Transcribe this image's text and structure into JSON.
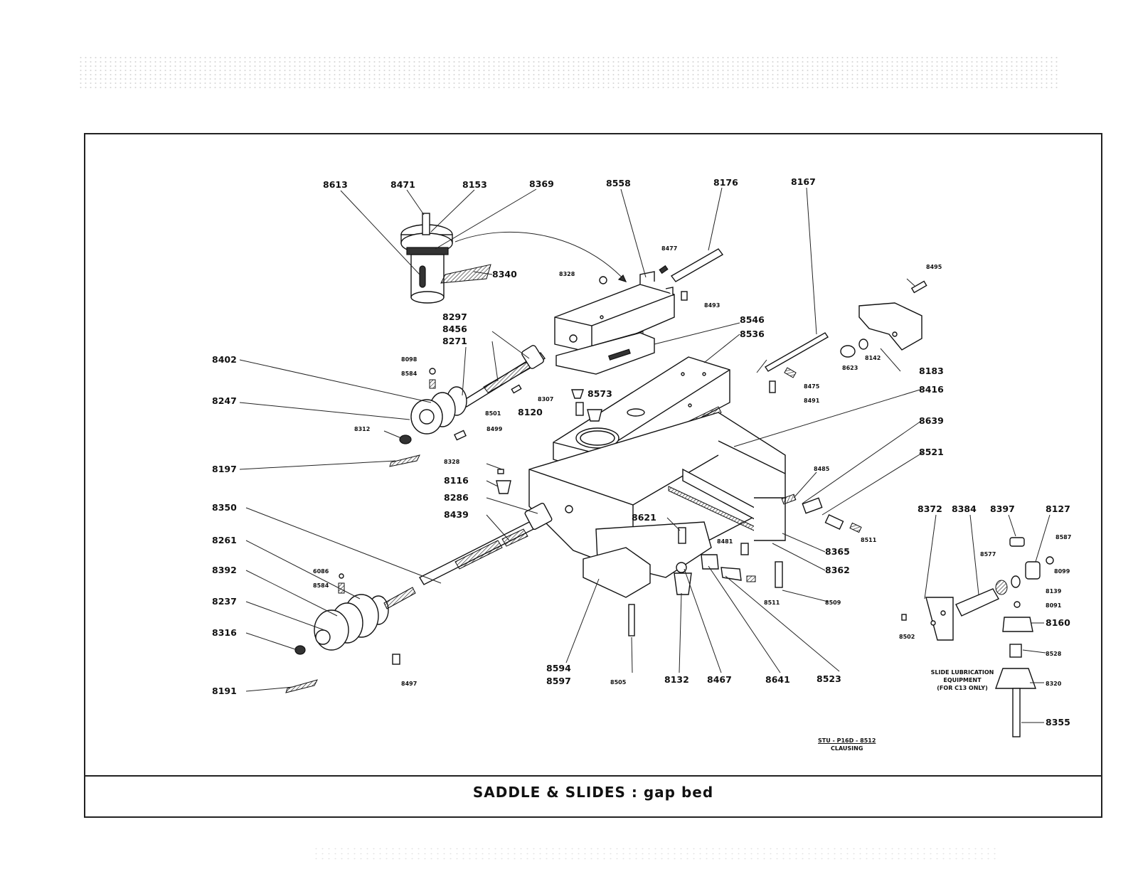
{
  "title": "SADDLE & SLIDES : gap bed",
  "reference": {
    "line1": "STU - P16D - 8512",
    "line2": "CLAUSING"
  },
  "note": {
    "line1": "SLIDE LUBRICATION",
    "line2": "EQUIPMENT",
    "line3": "(FOR C13 ONLY)"
  },
  "parts": {
    "p8613": "8613",
    "p8471": "8471",
    "p8153": "8153",
    "p8369": "8369",
    "p8558": "8558",
    "p8176": "8176",
    "p8167": "8167",
    "p8340": "8340",
    "p8477": "8477",
    "p8328a": "8328",
    "p8493": "8493",
    "p8495": "8495",
    "p8297": "8297",
    "p8456": "8456",
    "p8271": "8271",
    "p8546": "8546",
    "p8536": "8536",
    "p8402": "8402",
    "p8098": "8098",
    "p8584a": "8584",
    "p8247": "8247",
    "p8312": "8312",
    "p8197": "8197",
    "p8501": "8501",
    "p8499": "8499",
    "p8307": "8307",
    "p8573": "8573",
    "p8120": "8120",
    "p8623": "8623",
    "p8142": "8142",
    "p8183": "8183",
    "p8475": "8475",
    "p8491": "8491",
    "p8416": "8416",
    "p8639": "8639",
    "p8521": "8521",
    "p8328b": "8328",
    "p8116": "8116",
    "p8286": "8286",
    "p8439": "8439",
    "p8485": "8485",
    "p8350": "8350",
    "p8261": "8261",
    "p8392": "8392",
    "p8237": "8237",
    "p8316": "8316",
    "p8191": "8191",
    "p6086": "6086",
    "p8584b": "8584",
    "p8497": "8497",
    "p8621": "8621",
    "p8481": "8481",
    "p8365": "8365",
    "p8362": "8362",
    "p8511a": "8511",
    "p8509": "8509",
    "p8511b": "8511",
    "p8594": "8594",
    "p8597": "8597",
    "p8505": "8505",
    "p8132": "8132",
    "p8467": "8467",
    "p8641": "8641",
    "p8523": "8523",
    "p8372": "8372",
    "p8384": "8384",
    "p8397": "8397",
    "p8127": "8127",
    "p8587": "8587",
    "p8577": "8577",
    "p8099": "8099",
    "p8139": "8139",
    "p8091": "8091",
    "p8160": "8160",
    "p8502": "8502",
    "p8528": "8528",
    "p8320": "8320",
    "p8355": "8355"
  }
}
